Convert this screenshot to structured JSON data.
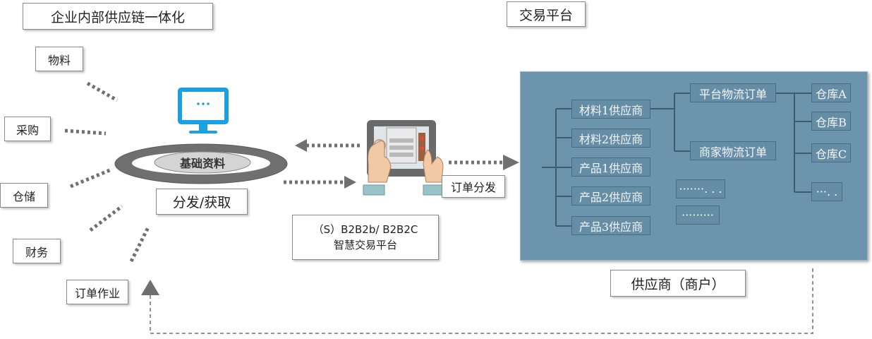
{
  "left_title": "企业内部供应链一体化",
  "right_title": "交易平台",
  "modules": [
    "物料",
    "采购",
    "仓储",
    "财务",
    "订单作业"
  ],
  "hub_label": "基础资料",
  "hub_action": "分发/获取",
  "monitor_icon_text": "···",
  "platform_box": {
    "line1": "（S）B2B2b/ B2B2C",
    "line2": "智慧交易平台"
  },
  "order_dispatch": "订单分发",
  "supplier_panel": {
    "suppliers": [
      "材料1供应商",
      "材料2供应商",
      "产品1供应商",
      "产品2供应商",
      "产品3供应商"
    ],
    "orders": [
      "平台物流订单",
      "商家物流订单"
    ],
    "warehouses": [
      "仓库A",
      "仓库B",
      "仓库C"
    ],
    "ellipsis_warehouse": "···. .",
    "ellipsis_1": "·······. . .",
    "ellipsis_2": "·········"
  },
  "supplier_label": "供应商（商户）",
  "colors": {
    "dots": "#6e6e6e",
    "panel": "#6c94ad",
    "ring": "#6f6f6f",
    "monitor": "#1ba0e2"
  }
}
